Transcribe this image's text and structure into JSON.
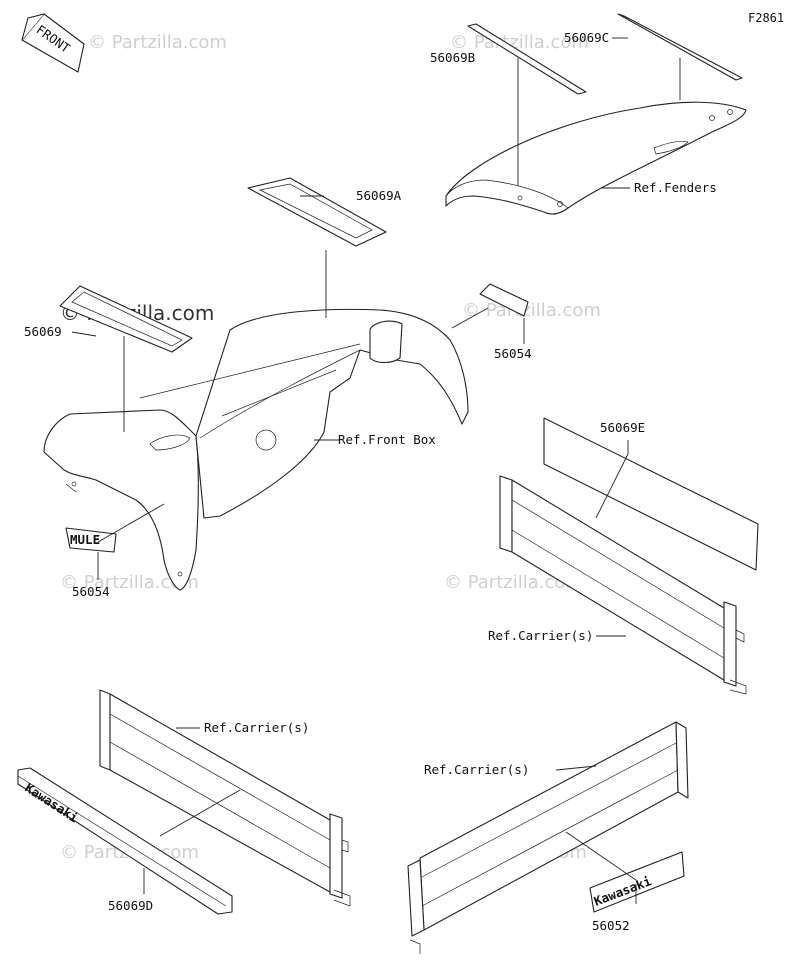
{
  "figure_code": "F2861",
  "front_arrow_text": "FRONT",
  "watermark_text": "© Partzilla.com",
  "labels": {
    "p56069C": "56069C",
    "p56069B": "56069B",
    "ref_fenders": "Ref.Fenders",
    "p56069A": "56069A",
    "p56069": "56069",
    "p56054_right": "56054",
    "ref_front_box": "Ref.Front Box",
    "p56069E": "56069E",
    "p56054_left": "56054",
    "ref_carrier_right": "Ref.Carrier(s)",
    "ref_carrier_left": "Ref.Carrier(s)",
    "ref_carrier_bottom": "Ref.Carrier(s)",
    "p56069D": "56069D",
    "p56052": "56052"
  },
  "decal_text": {
    "mule": "MULE",
    "kawasaki_strip": "Kawasaki",
    "kawasaki_badge": "Kawasaki"
  },
  "colors": {
    "ink": "#222222",
    "watermark": "#cfcfcf"
  }
}
